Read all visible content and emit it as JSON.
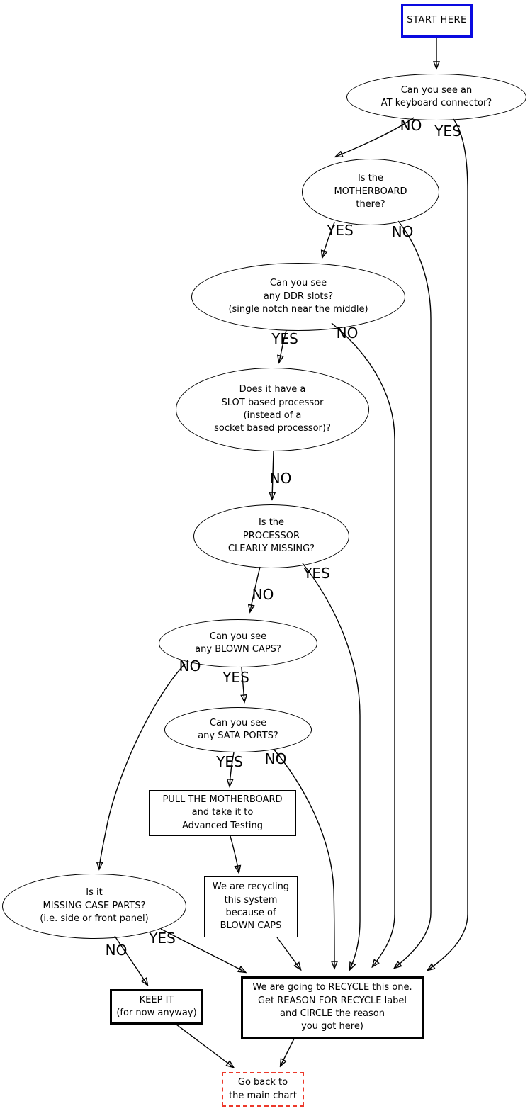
{
  "diagram": {
    "background": "#ffffff",
    "stroke_color": "#000000",
    "start_border_color": "#0a0ae0",
    "goback_border_color": "#ec392b"
  },
  "nodes": {
    "start": "START HERE",
    "q_at": "Can you see an\nAT keyboard connector?",
    "q_mb": "Is the\nMOTHERBOARD\nthere?",
    "q_ddr": "Can you see\nany DDR slots?\n(single notch near the middle)",
    "q_slot": "Does it have a\nSLOT based processor\n(instead of a\nsocket based processor)?",
    "q_proc": "Is the\nPROCESSOR\nCLEARLY MISSING?",
    "q_caps": "Can you see\nany BLOWN CAPS?",
    "q_sata": "Can you see\nany SATA PORTS?",
    "pull": "PULL THE MOTHERBOARD\nand take it to\nAdvanced Testing",
    "caps_recycle": "We are recycling\nthis system\nbecause of\nBLOWN CAPS",
    "q_case": "Is it\nMISSING CASE PARTS?\n(i.e. side or front panel)",
    "keep": "KEEP IT\n(for now anyway)",
    "recycle": "We are going to RECYCLE this one.\nGet REASON FOR RECYCLE label\nand CIRCLE the reason\nyou got here)",
    "goback": "Go back to\nthe main chart"
  },
  "edge_labels": {
    "at_no": "NO",
    "at_yes": "YES",
    "mb_yes": "YES",
    "mb_no": "NO",
    "ddr_yes": "YES",
    "ddr_no": "NO",
    "slot_no": "NO",
    "proc_no": "NO",
    "proc_yes": "YES",
    "caps_no": "NO",
    "caps_yes": "YES",
    "sata_yes": "YES",
    "sata_no": "NO",
    "case_no": "NO",
    "case_yes": "YES"
  }
}
